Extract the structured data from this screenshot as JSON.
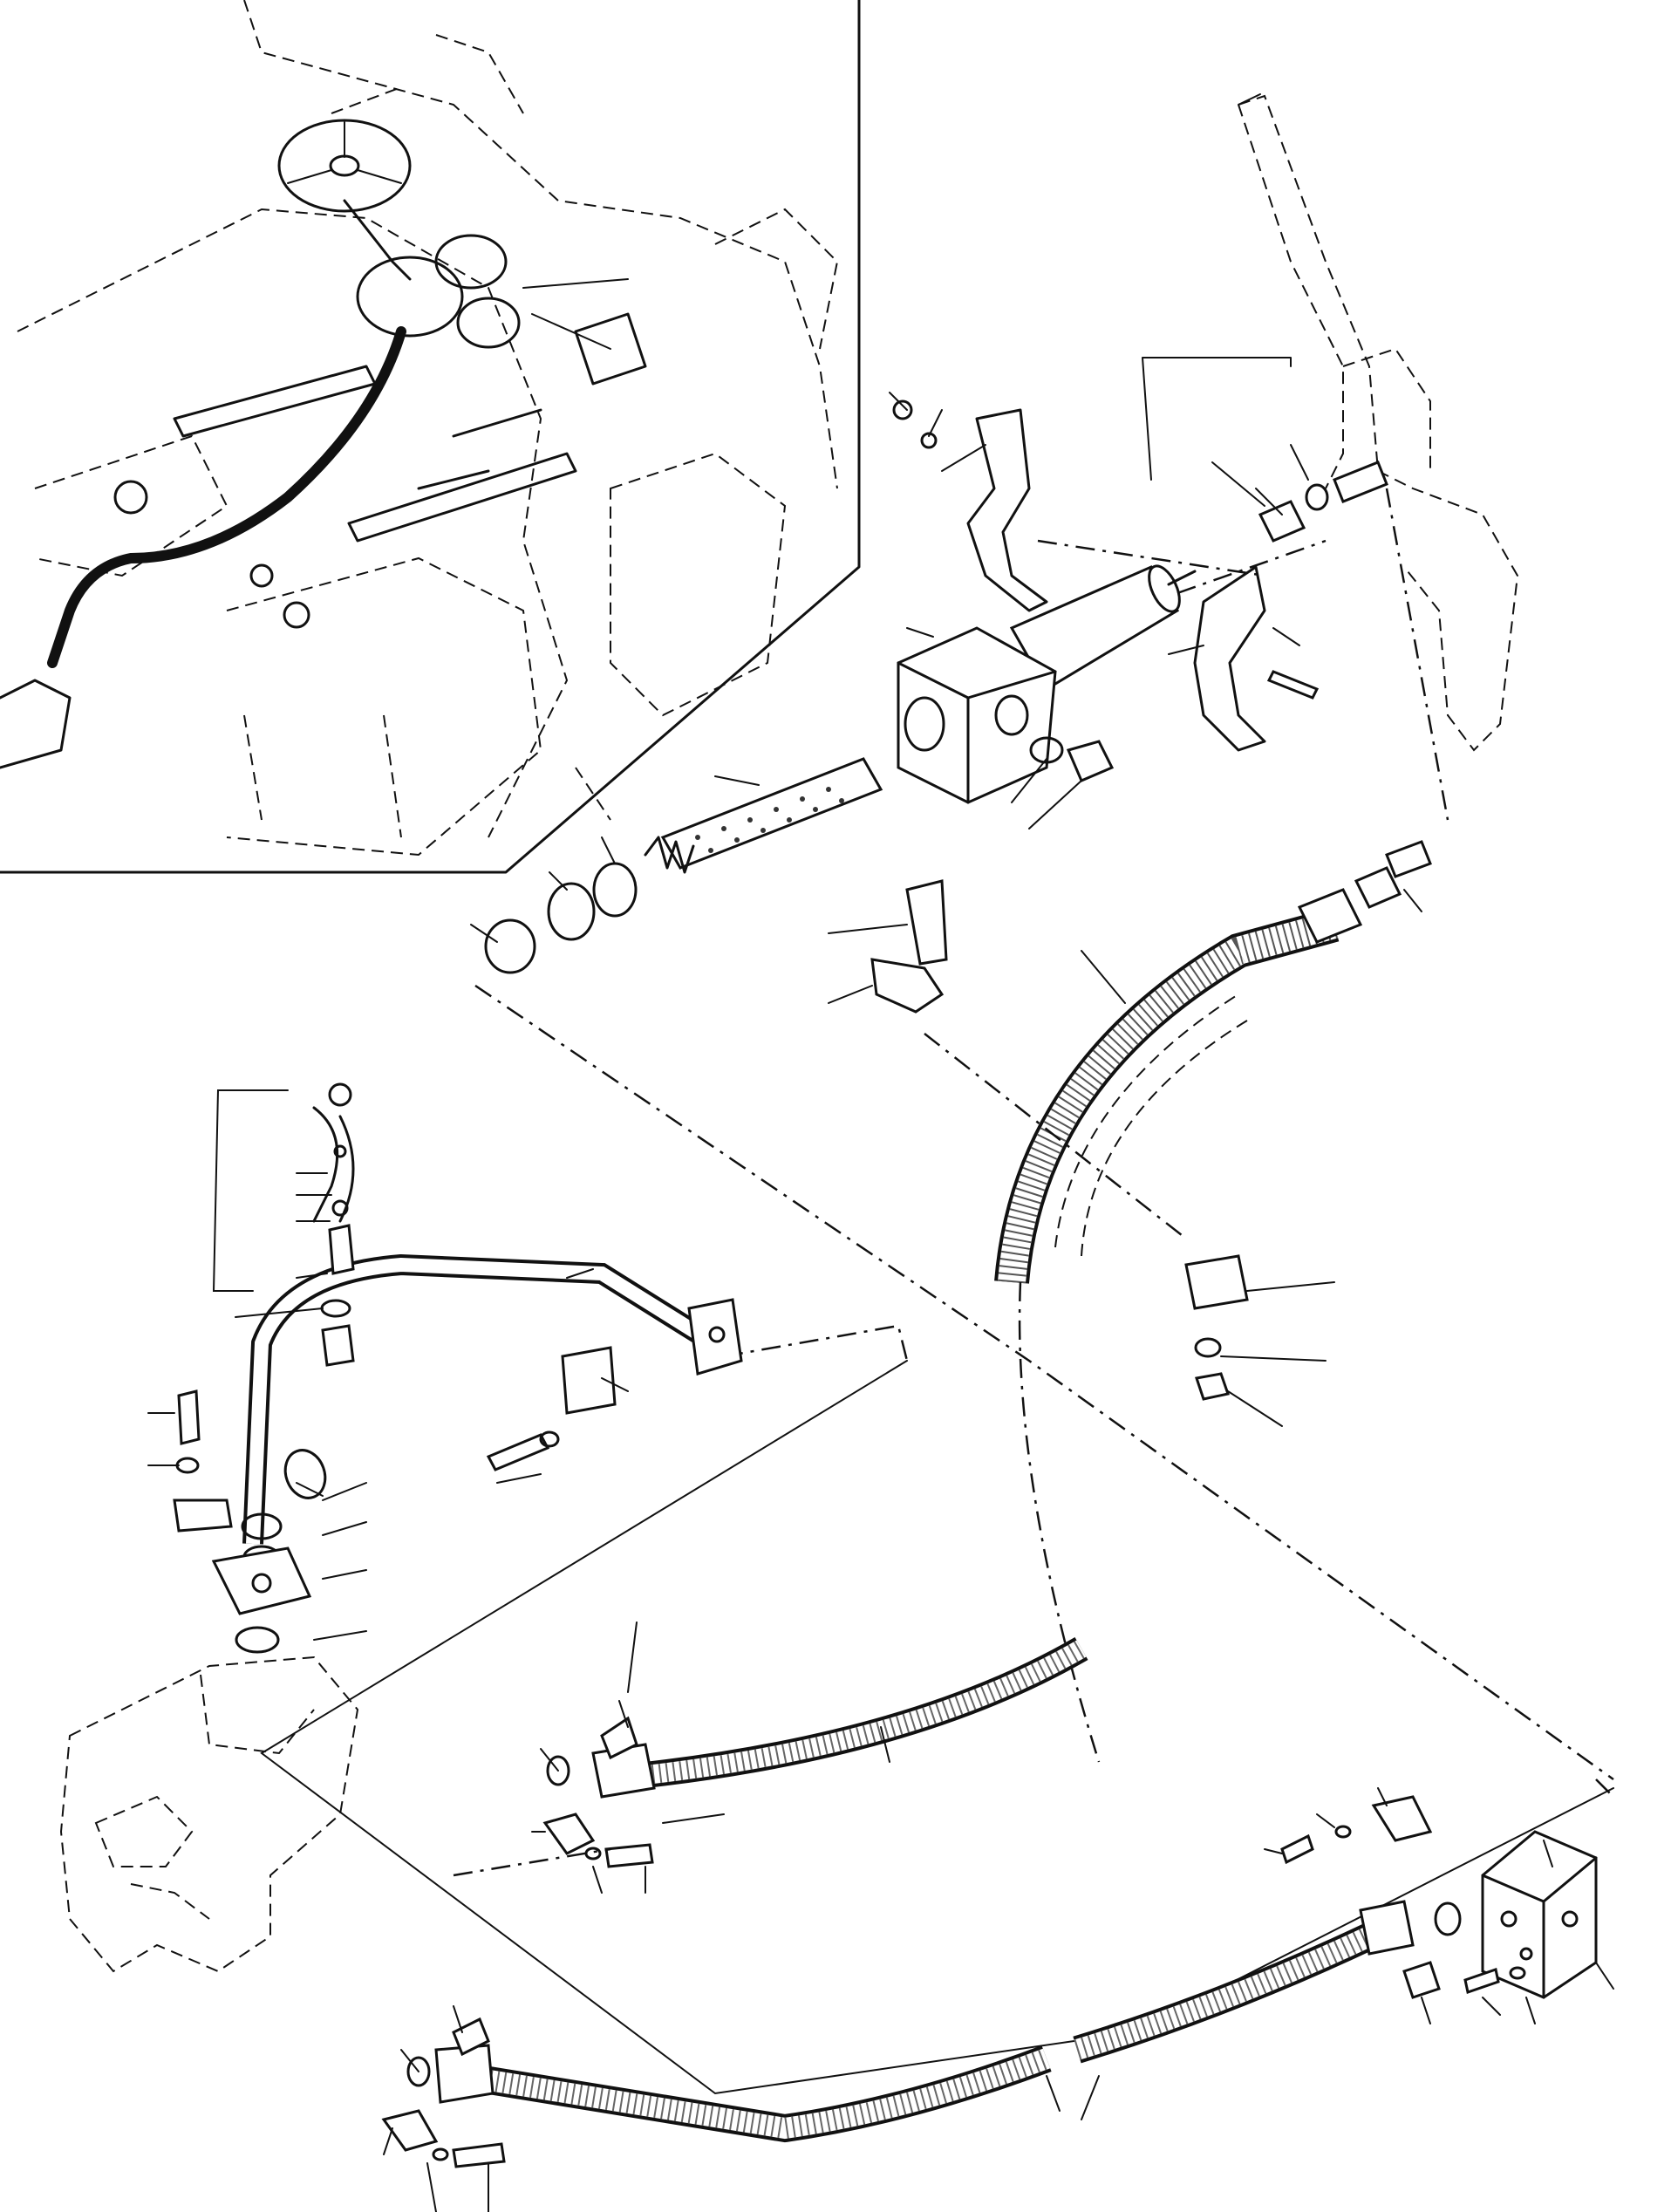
{
  "diagram": {
    "kind": "exploded parts diagram (unlabelled)",
    "colors": {
      "ink": "#111111",
      "paper": "#ffffff"
    },
    "groups": [
      {
        "name": "inset-overview",
        "description_hidden": true
      },
      {
        "name": "filter-housing-assembly"
      },
      {
        "name": "upper-hose"
      },
      {
        "name": "steel-tube-assembly"
      },
      {
        "name": "lower-hoses"
      },
      {
        "name": "pump-body"
      },
      {
        "name": "steering-column"
      }
    ]
  }
}
